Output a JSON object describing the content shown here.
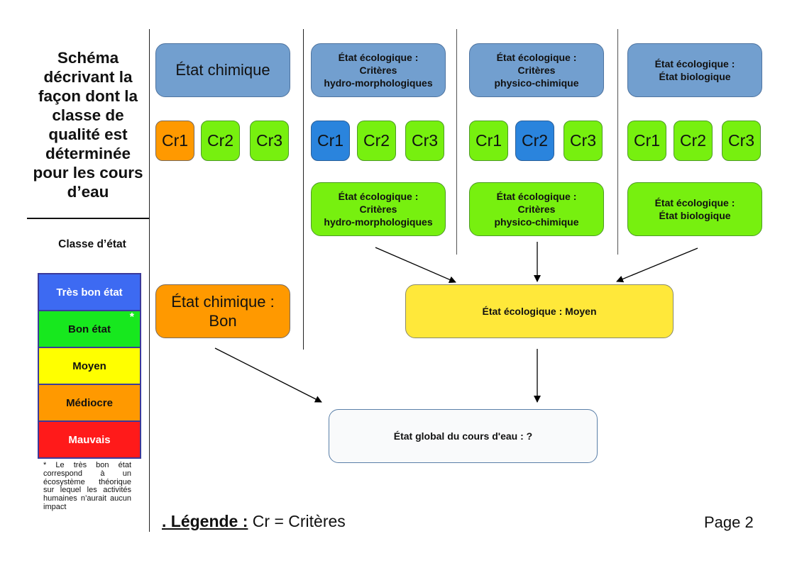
{
  "sidebar": {
    "title": "Schéma décrivant la façon dont la classe de qualité est déterminée pour les cours d’eau",
    "classe_title": "Classe d’état",
    "scale": [
      {
        "label": "Très bon état",
        "color": "#3d6af2",
        "text_color": "#ffffff",
        "asterisk": ""
      },
      {
        "label": "Bon état",
        "color": "#17e81e",
        "text_color": "#111111",
        "asterisk": "*"
      },
      {
        "label": "Moyen",
        "color": "#ffff00",
        "text_color": "#111111",
        "asterisk": ""
      },
      {
        "label": "Médiocre",
        "color": "#ff9900",
        "text_color": "#111111",
        "asterisk": ""
      },
      {
        "label": "Mauvais",
        "color": "#ff1a1a",
        "text_color": "#ffffff",
        "asterisk": ""
      }
    ],
    "footnote": "* Le très bon état correspond à un écosystème théorique sur lequel les activités humaines n’aurait aucun impact"
  },
  "columns": [
    {
      "header": "État chimique",
      "criteria": [
        {
          "label": "Cr1",
          "status": "orange"
        },
        {
          "label": "Cr2",
          "status": "green"
        },
        {
          "label": "Cr3",
          "status": "green"
        }
      ],
      "result": "État chimique :\nBon"
    },
    {
      "header": "État écologique :\nCritères\nhydro-morphologiques",
      "criteria": [
        {
          "label": "Cr1",
          "status": "bright-blue"
        },
        {
          "label": "Cr2",
          "status": "green"
        },
        {
          "label": "Cr3",
          "status": "green"
        }
      ],
      "result": "État écologique :\nCritères\nhydro-morphologiques"
    },
    {
      "header": "État écologique :\nCritères\nphysico-chimique",
      "criteria": [
        {
          "label": "Cr1",
          "status": "green"
        },
        {
          "label": "Cr2",
          "status": "bright-blue"
        },
        {
          "label": "Cr3",
          "status": "green"
        }
      ],
      "result": "État écologique :\nCritères\nphysico-chimique"
    },
    {
      "header": "État écologique :\nÉtat biologique",
      "criteria": [
        {
          "label": "Cr1",
          "status": "green"
        },
        {
          "label": "Cr2",
          "status": "green"
        },
        {
          "label": "Cr3",
          "status": "green"
        }
      ],
      "result": "État écologique :\nÉtat biologique"
    }
  ],
  "ecological_result": "État écologique : Moyen",
  "global_result": "État global du cours d'eau : ?",
  "legend": {
    "label": ". Légende :",
    "text": "Cr = Critères"
  },
  "page": "Page 2"
}
